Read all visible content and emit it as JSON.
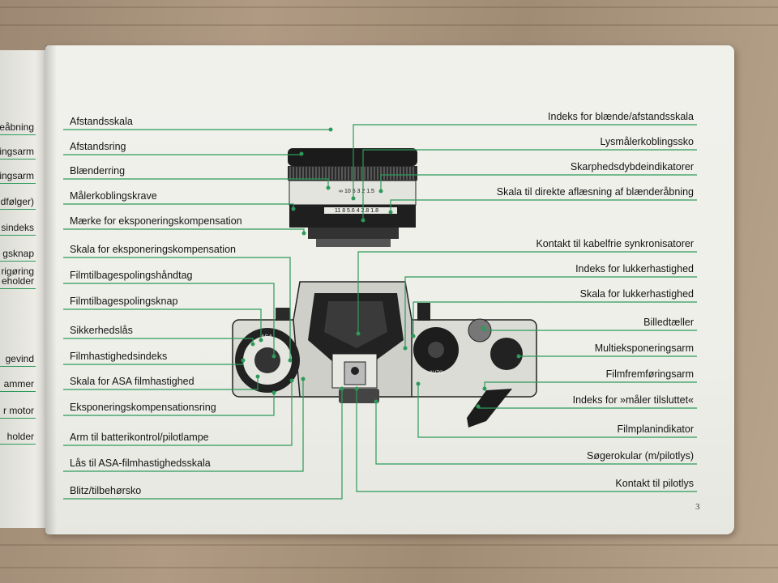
{
  "left_page": {
    "labels": [
      "eåbning",
      "ingsarm",
      "ingsarm",
      "dfølger)",
      "sindeks",
      "gsknap",
      "rigøring",
      "eholder",
      "gevind",
      "ammer",
      "r motor",
      "holder"
    ]
  },
  "left_labels": [
    "Afstandsskala",
    "Afstandsring",
    "Blænderring",
    "Målerkoblingskrave",
    "Mærke for eksponeringskompensation",
    "Skala for eksponeringskompensation",
    "Filmtilbagespolingshåndtag",
    "Filmtilbagespolingsknap",
    "Sikkerhedslås",
    "Filmhastighedsindeks",
    "Skala for ASA filmhastighed",
    "Eksponeringskompensationsring",
    "Arm til batterikontrol/pilotlampe",
    "Lås til ASA-filmhastighedsskala",
    "Blitz/tilbehørsko"
  ],
  "right_labels": [
    "Indeks for blænde/afstandsskala",
    "Lysmålerkoblingssko",
    "Skarphedsdybdeindikatorer",
    "Skala til direkte aflæsning af blænderåbning",
    "Kontakt til kabelfrie synkronisatorer",
    "Indeks for lukkerhastighed",
    "Skala for lukkerhastighed",
    "Billedtæller",
    "Multieksponeringsarm",
    "Filmfremføringsarm",
    "Indeks for »måler tilsluttet«",
    "Filmplanindikator",
    "Søgerokular (m/pilotlys)",
    "Kontakt til pilotlys"
  ],
  "camera": {
    "lens_scale_text": "∞ 10 5 3 2 1.5",
    "aperture_text": "11 8 5.6 4 2.8 1.8",
    "asa_label": "ASA",
    "auto_label": "AUTO"
  },
  "page_number": "3",
  "colors": {
    "leader_line": "#2d9a5a",
    "paper": "#efefea",
    "text": "#141414"
  }
}
